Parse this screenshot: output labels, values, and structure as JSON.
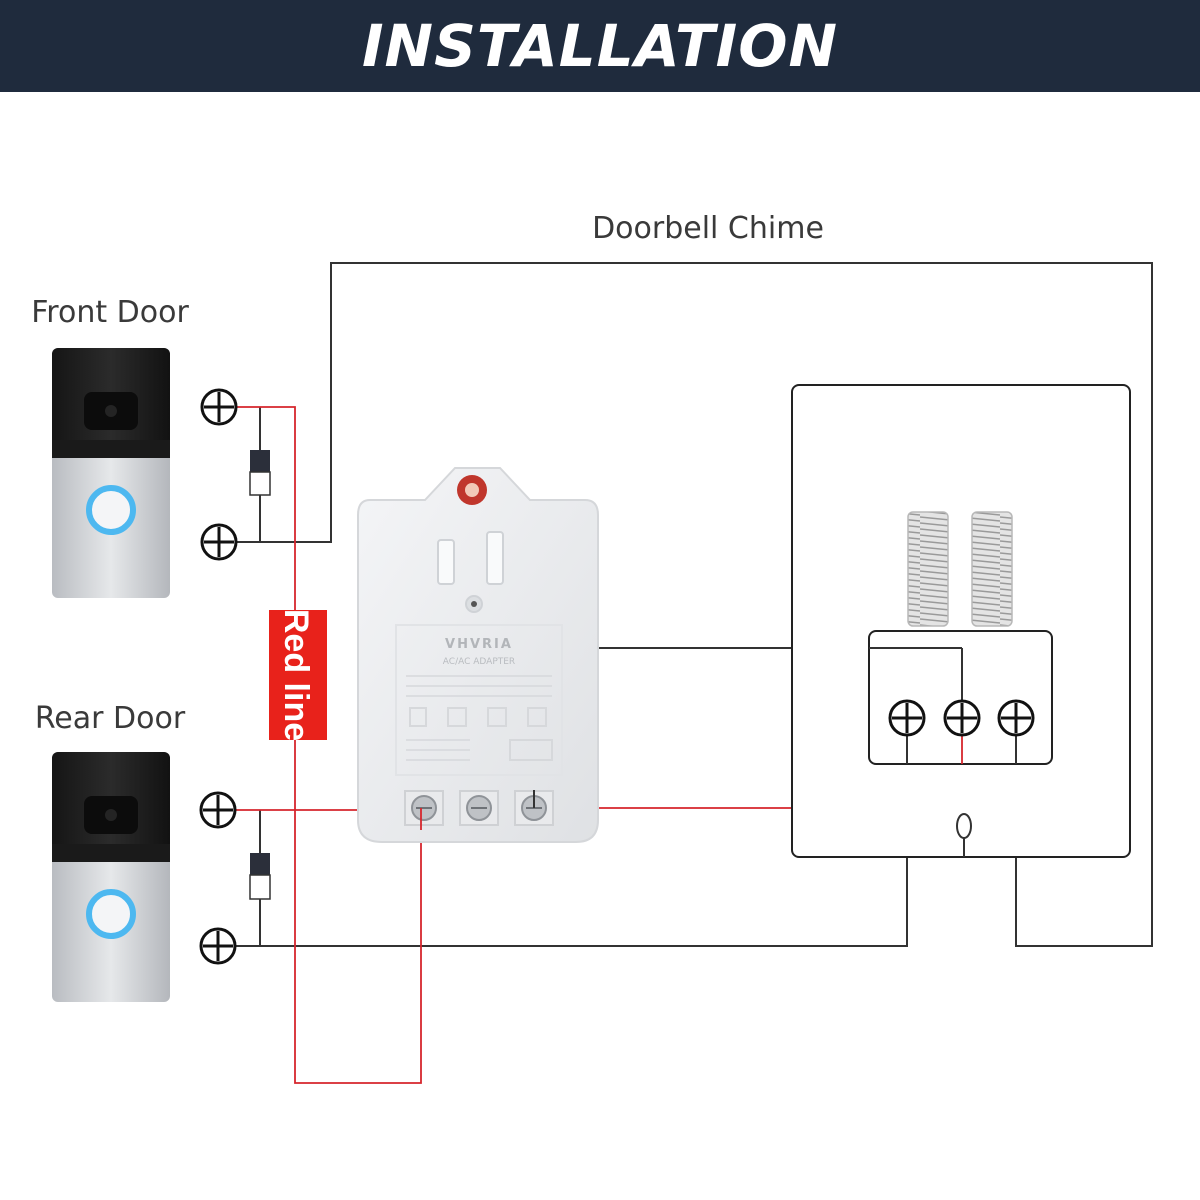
{
  "header": {
    "title": "INSTALLATION"
  },
  "labels": {
    "chime": "Doorbell Chime",
    "front_door": "Front Door",
    "rear_door": "Rear Door",
    "red_line": "Red line"
  },
  "transformer": {
    "brand": "VHVRIA",
    "subtitle": "AC/AC ADAPTER"
  },
  "colors": {
    "banner": "#1f2b3d",
    "red_wire": "#d6262d",
    "red_tag": "#e8221b",
    "wire": "#333333",
    "doorbell_ring": "#4db8f0"
  },
  "icons": [
    "terminal-plus-icon",
    "diode-icon",
    "doorbell-camera-icon",
    "doorbell-button-ring-icon",
    "chime-spring-icon",
    "screw-terminal-icon",
    "plug-prong-icon"
  ]
}
